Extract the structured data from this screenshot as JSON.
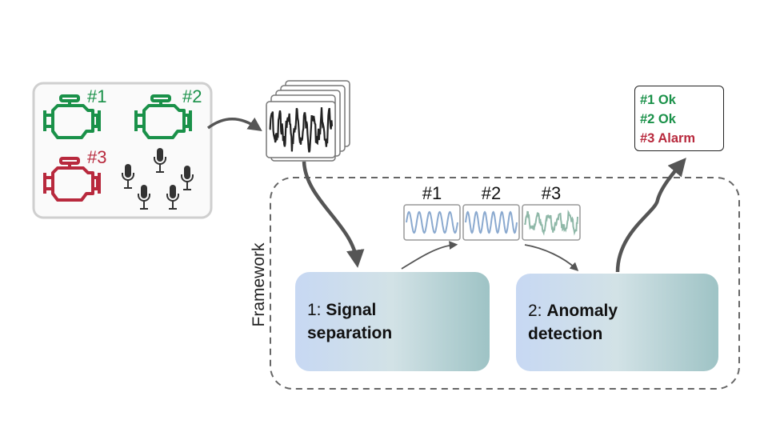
{
  "machines": [
    {
      "id": "#1",
      "color": "#1a9149",
      "state": "ok"
    },
    {
      "id": "#2",
      "color": "#1a9149",
      "state": "ok"
    },
    {
      "id": "#3",
      "color": "#b8293d",
      "state": "alarm"
    }
  ],
  "microphone_icon": "microphone-icon",
  "signal_labels": [
    "#1",
    "#2",
    "#3"
  ],
  "framework_label": "Framework",
  "stages": [
    {
      "number": "1:",
      "title_line1": "Signal",
      "title_line2": "separation"
    },
    {
      "number": "2:",
      "title_line1": "Anomaly",
      "title_line2": "detection"
    }
  ],
  "results": [
    {
      "text": "#1 Ok",
      "color": "#1a9149"
    },
    {
      "text": "#2 Ok",
      "color": "#1a9149"
    },
    {
      "text": "#3 Alarm",
      "color": "#b8293d"
    }
  ],
  "colors": {
    "ok": "#1a9149",
    "alarm": "#b8293d",
    "stage_gradient_start": "#c5d6f2",
    "stage_gradient_end": "#9ec3c6",
    "waveform_blue": "#8aa9cf",
    "waveform_green": "#8fb8a8"
  }
}
